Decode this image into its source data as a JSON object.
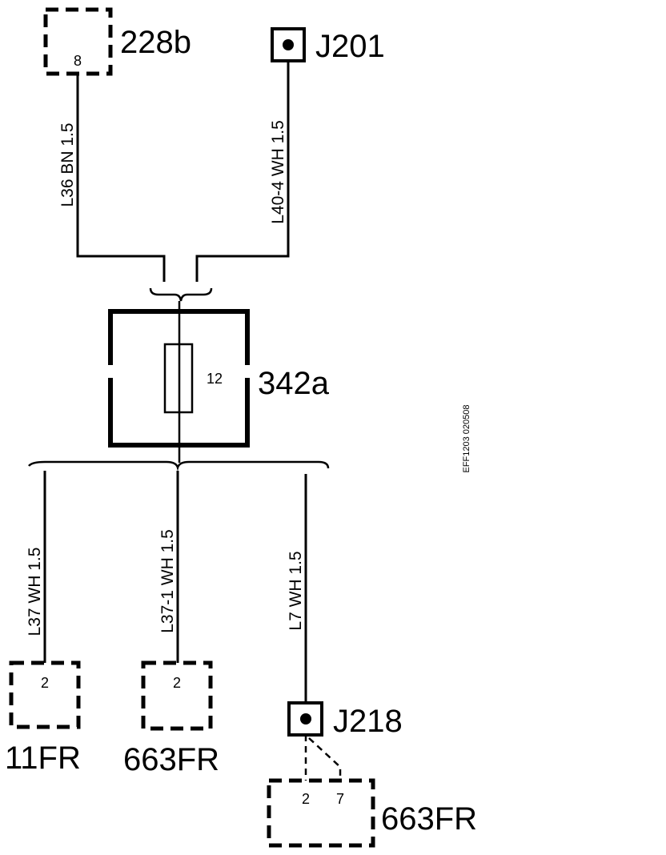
{
  "components": {
    "c228b": {
      "name": "228b",
      "pin": "8"
    },
    "j201": {
      "name": "J201"
    },
    "c342a": {
      "name": "342a",
      "fuse": "12"
    },
    "c11fr": {
      "name": "11FR",
      "pin": "2"
    },
    "c663fr_a": {
      "name": "663FR",
      "pin": "2"
    },
    "j218": {
      "name": "J218"
    },
    "c663fr_b": {
      "name": "663FR",
      "pin_a": "2",
      "pin_b": "7"
    }
  },
  "wires": {
    "l36": "L36   BN   1.5",
    "l40_4": "L40-4   WH   1.5",
    "l37": "L37   WH   1.5",
    "l37_1": "L37-1   WH   1.5",
    "l7": "L7   WH   1.5"
  },
  "ref_code": "EFF1203  020508"
}
